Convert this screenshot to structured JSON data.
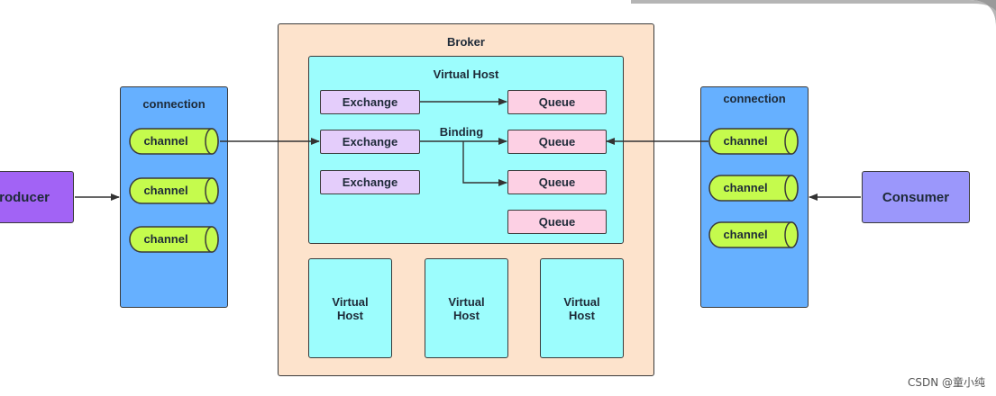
{
  "broker": {
    "label": "Broker"
  },
  "virtual_host": {
    "label": "Virtual Host",
    "exchanges": [
      "Exchange",
      "Exchange",
      "Exchange"
    ],
    "queues": [
      "Queue",
      "Queue",
      "Queue",
      "Queue"
    ],
    "binding_label": "Binding"
  },
  "other_virtual_hosts": [
    "Virtual\nHost",
    "Virtual\nHost",
    "Virtual\nHost"
  ],
  "producer": {
    "label": "Producer"
  },
  "consumer": {
    "label": "Consumer"
  },
  "left_connection": {
    "label": "connection",
    "channels": [
      "channel",
      "channel",
      "channel"
    ]
  },
  "right_connection": {
    "label": "connection",
    "channels": [
      "channel",
      "channel",
      "channel"
    ]
  },
  "watermark": "CSDN @童小纯",
  "colors": {
    "broker": "#fde3cc",
    "virtual_host": "#9cfdfd",
    "exchange": "#e4cdfb",
    "queue": "#fdd0e4",
    "connection": "#66b0ff",
    "channel": "#c5fb4d",
    "producer": "#a263f5",
    "consumer": "#9b97fb"
  }
}
